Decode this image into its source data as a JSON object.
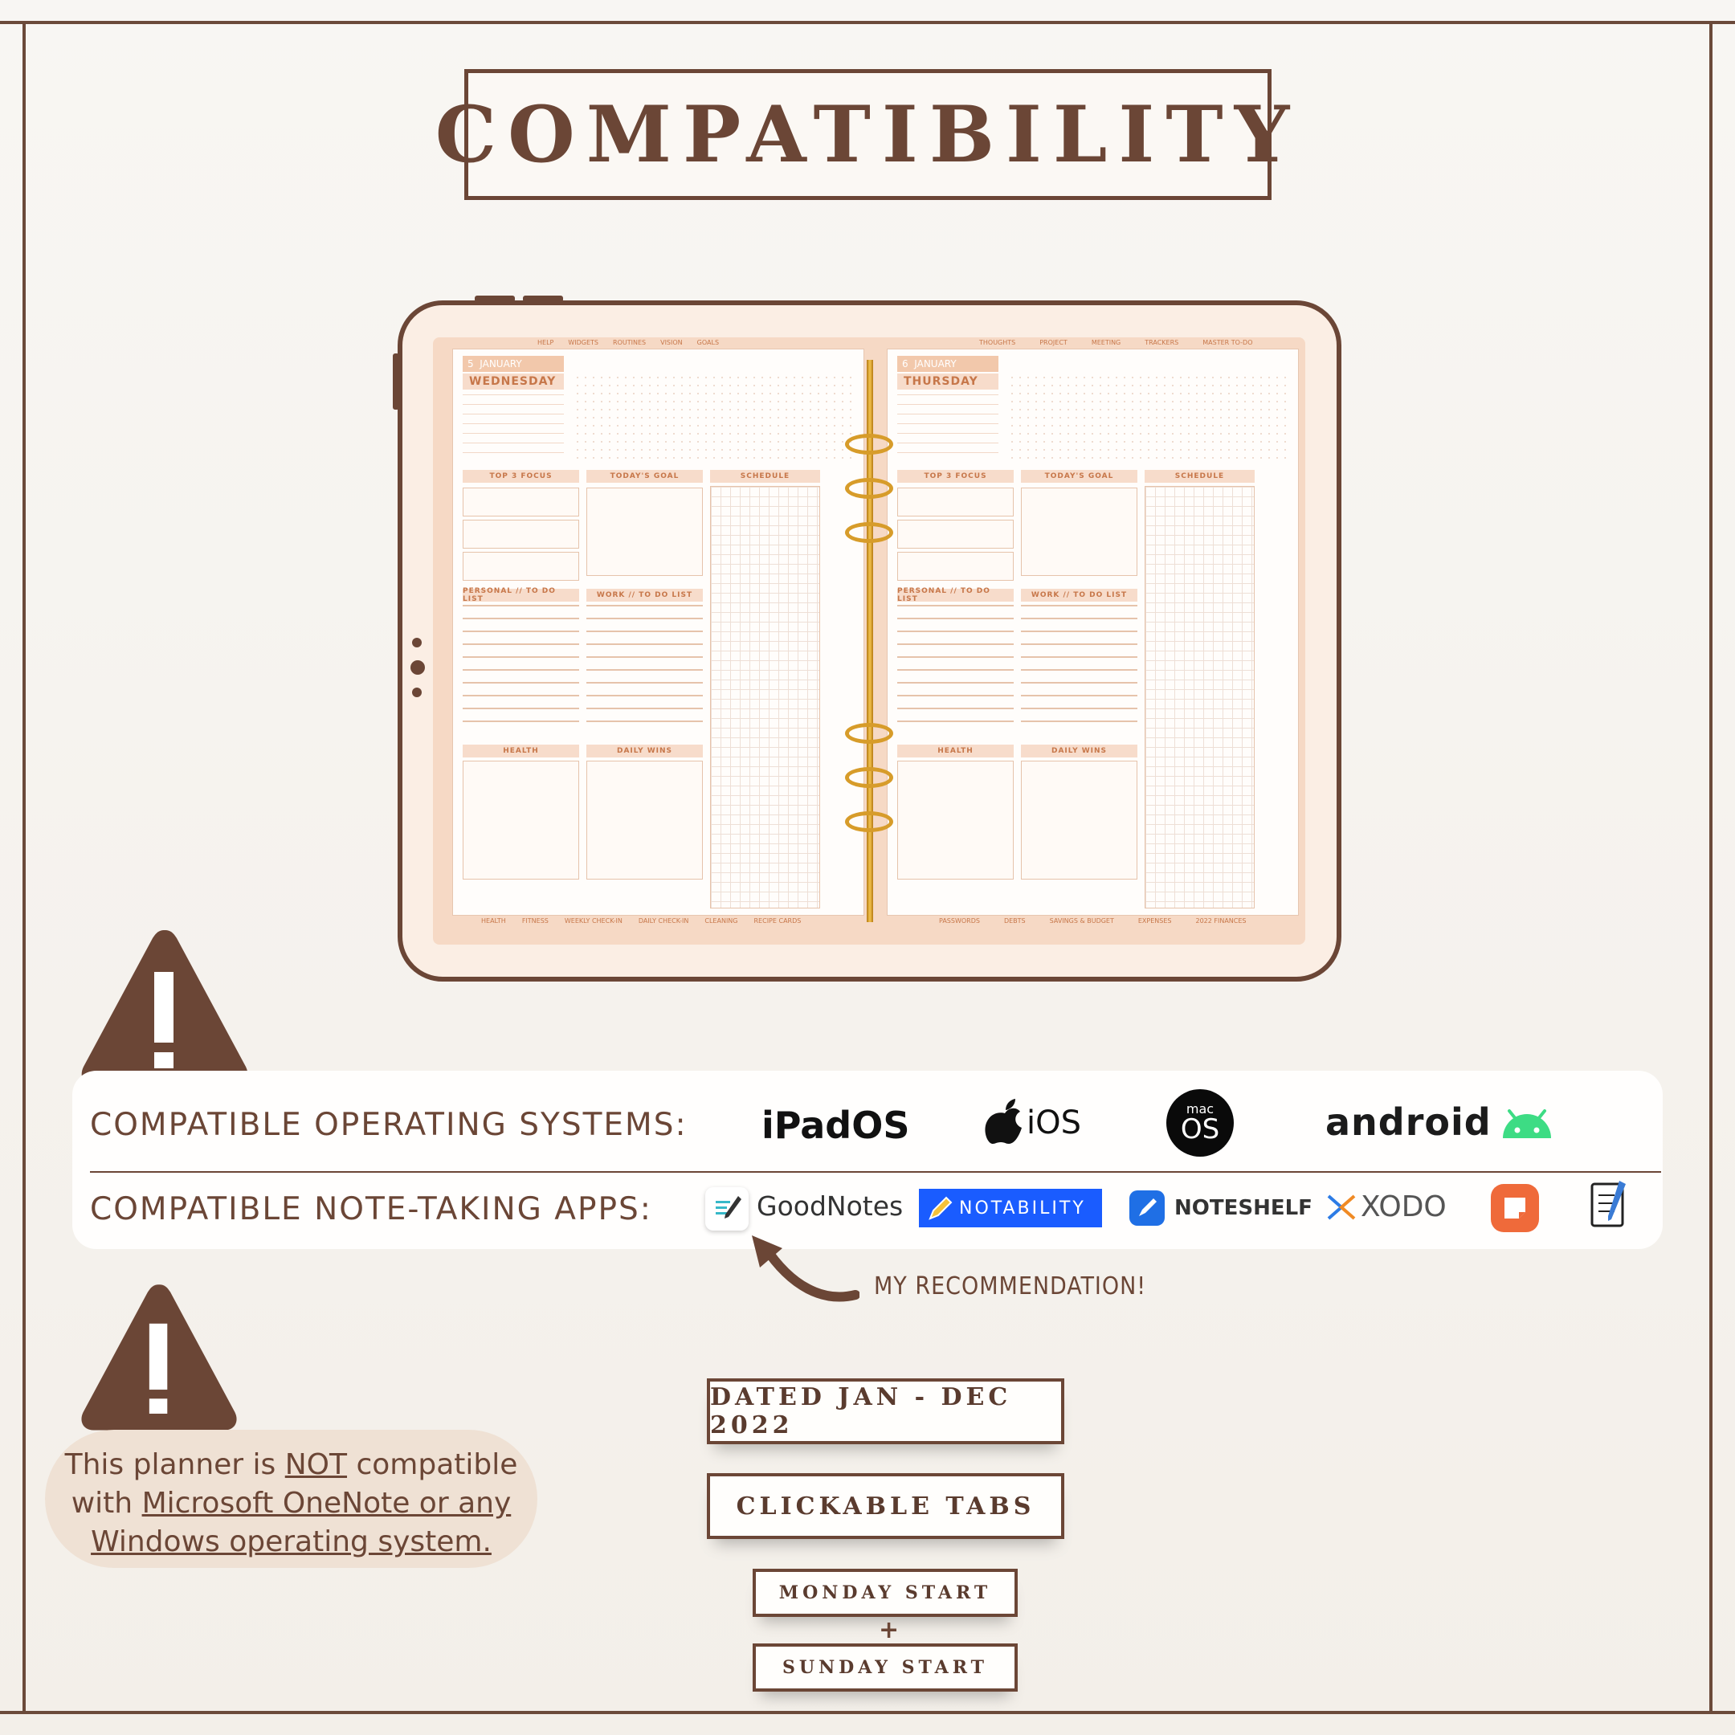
{
  "title": "COMPATIBILITY",
  "planner": {
    "left_page": {
      "day_num": "5",
      "month": "JANUARY",
      "weekday": "WEDNESDAY"
    },
    "right_page": {
      "day_num": "6",
      "month": "JANUARY",
      "weekday": "THURSDAY"
    },
    "sections": {
      "top3": "TOP 3 FOCUS",
      "goal": "TODAY'S GOAL",
      "schedule": "SCHEDULE",
      "personal": "PERSONAL // TO DO LIST",
      "work": "WORK // TO DO LIST",
      "health": "HEALTH",
      "wins": "DAILY WINS"
    },
    "top_tabs_left": [
      "HELP",
      "WIDGETS",
      "ROUTINES",
      "VISION",
      "GOALS"
    ],
    "top_tabs_right": [
      "THOUGHTS",
      "PROJECT",
      "MEETING",
      "TRACKERS",
      "MASTER TO-DO"
    ],
    "bottom_tabs_left": [
      "HEALTH",
      "FITNESS",
      "WEEKLY CHECK-IN",
      "DAILY CHECK-IN",
      "CLEANING",
      "RECIPE CARDS"
    ],
    "bottom_tabs_right": [
      "PASSWORDS",
      "DEBTS",
      "SAVINGS & BUDGET",
      "EXPENSES",
      "2022 FINANCES"
    ]
  },
  "os": {
    "label": "COMPATIBLE OPERATING SYSTEMS:",
    "ipados": "iPadOS",
    "ios": "iOS",
    "macos_small": "mac",
    "macos_big": "OS",
    "android": "android"
  },
  "apps": {
    "label": "COMPATIBLE NOTE-TAKING APPS:",
    "goodnotes": "GoodNotes",
    "notability": "NOTABILITY",
    "noteshelf": "NOTESHELF",
    "xodo": "XODO"
  },
  "recommendation": "MY RECOMMENDATION!",
  "notice": {
    "line1a": "This planner is ",
    "not": "NOT",
    "line1b": " compatible",
    "line2a": "with ",
    "line2b": "Microsoft OneNote or any",
    "line3": "Windows operating system."
  },
  "features": {
    "dated": "DATED JAN - DEC 2022",
    "clickable": "CLICKABLE TABS",
    "monday": "MONDAY START",
    "plus": "+",
    "sunday": "SUNDAY START"
  },
  "colors": {
    "brown": "#6b4636",
    "peach": "#f6d9c5",
    "gold": "#d79c2a",
    "notability_blue": "#1a5cff",
    "android_green": "#3ddc84"
  }
}
